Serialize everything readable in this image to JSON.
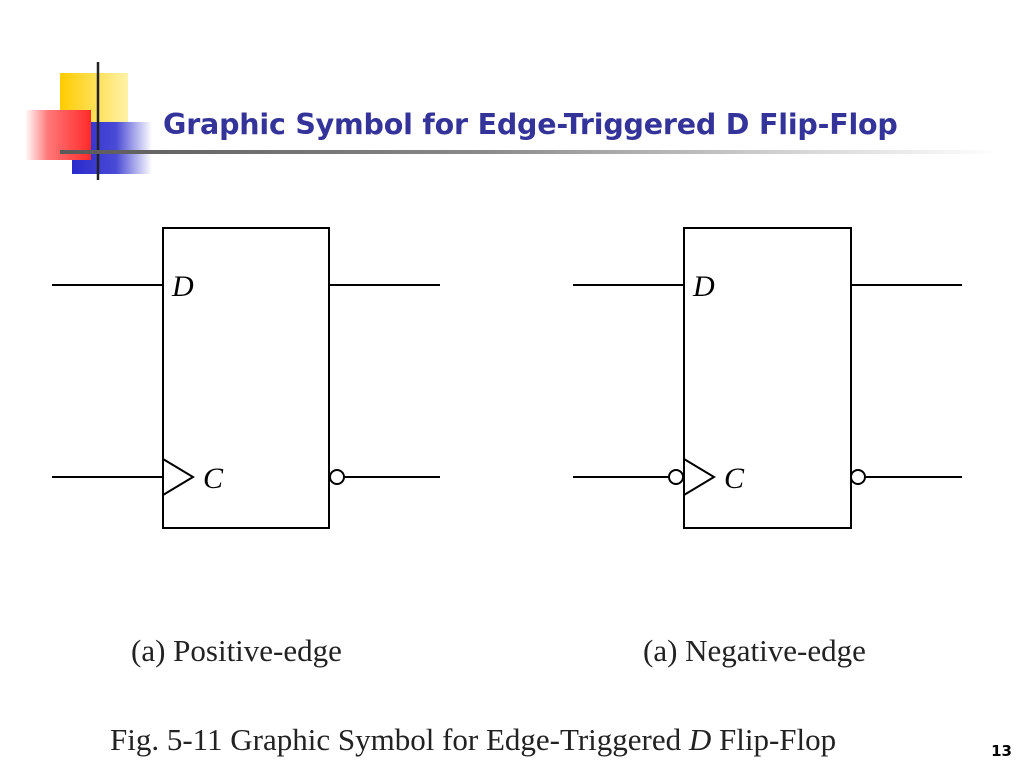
{
  "slide": {
    "title": "Graphic Symbol for Edge-Triggered D Flip-Flop",
    "page_number": "13",
    "colors": {
      "title": "#333399",
      "deco_yellow": "#ffcc00",
      "deco_red": "#ff3333",
      "deco_blue": "#3333cc"
    }
  },
  "diagram": {
    "positive": {
      "d_label": "D",
      "c_label": "C",
      "caption": "(a) Positive-edge"
    },
    "negative": {
      "d_label": "D",
      "c_label": "C",
      "caption": "(a) Negative-edge"
    },
    "figure_caption": {
      "prefix": "Fig. 5-11  Graphic Symbol for Edge-Triggered ",
      "italic": "D",
      "suffix": " Flip-Flop"
    }
  }
}
